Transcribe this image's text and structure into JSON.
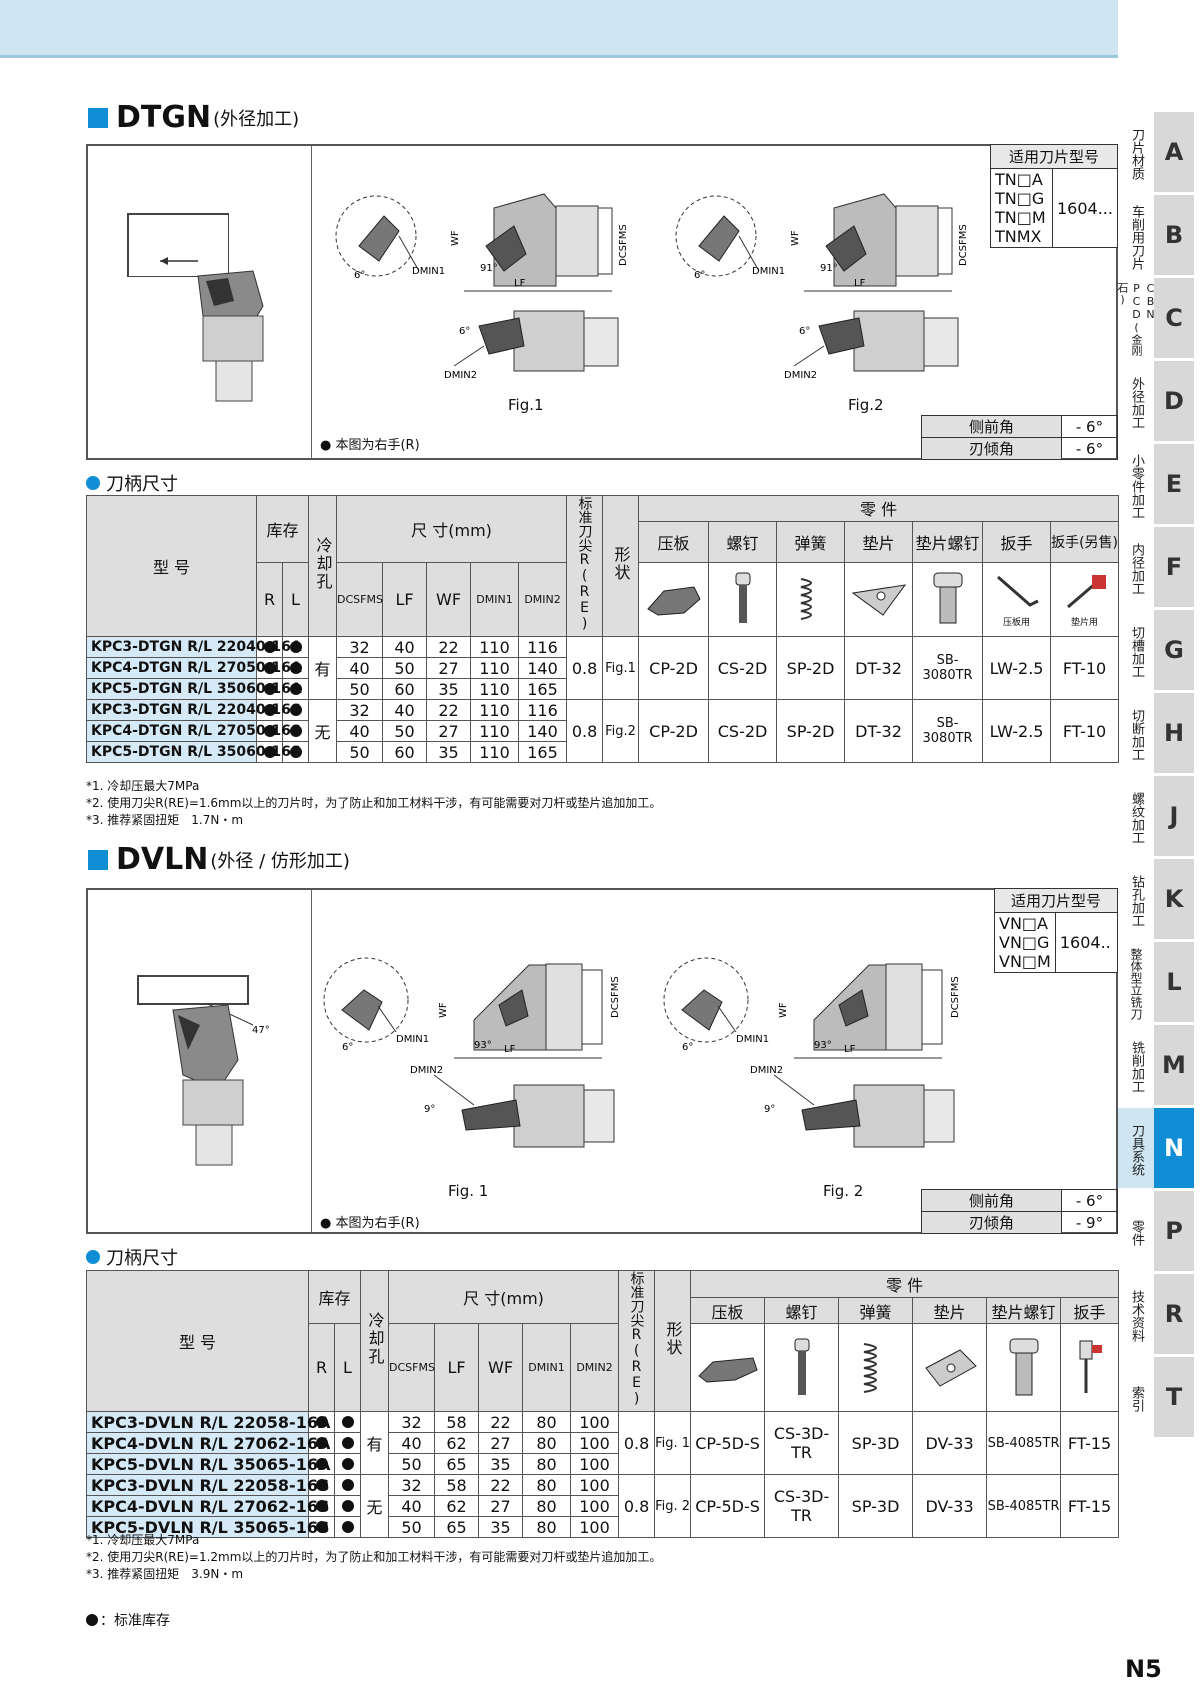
{
  "dtgn": {
    "title": "DTGN",
    "subtitle": "(外径加工)",
    "right_hand_note": "本图为右手(R)",
    "fig1": "Fig.1",
    "fig2": "Fig.2",
    "dim_labels": {
      "dmin1": "DMIN1",
      "dmin2": "DMIN2",
      "wf": "WF",
      "lf": "LF",
      "dcsfms": "DCSFMS",
      "angle6": "6°",
      "angle91": "91°"
    },
    "insert_table": {
      "header": "适用刀片型号",
      "types": [
        "TN□A",
        "TN□G",
        "TN□M",
        "TNMX"
      ],
      "size": "1604..."
    },
    "angles": [
      {
        "label": "侧前角",
        "value": "- 6°"
      },
      {
        "label": "刃倾角",
        "value": "- 6°"
      }
    ],
    "table_title": "刀柄尺寸",
    "headers": {
      "model": "型 号",
      "stock": "库存",
      "r": "R",
      "l": "L",
      "coolant": "冷却孔",
      "dims": "尺 寸(mm)",
      "dcsfms": "DCSFMS",
      "lf": "LF",
      "wf": "WF",
      "dmin1": "DMIN1",
      "dmin2": "DMIN2",
      "re": "标准刀尖R(RE)",
      "shape": "形状",
      "parts": "零 件",
      "p1": "压板",
      "p2": "螺钉",
      "p3": "弹簧",
      "p4": "垫片",
      "p5": "垫片螺钉",
      "p6": "扳手",
      "p7": "扳手(另售)",
      "p6_note": "压板用",
      "p7_note": "垫片用"
    },
    "rows": [
      {
        "model": "KPC3-DTGN R/L 22040-16A",
        "dcsfms": "32",
        "lf": "40",
        "wf": "22",
        "dmin1": "110",
        "dmin2": "116"
      },
      {
        "model": "KPC4-DTGN R/L 27050-16A",
        "dcsfms": "40",
        "lf": "50",
        "wf": "27",
        "dmin1": "110",
        "dmin2": "140"
      },
      {
        "model": "KPC5-DTGN R/L 35060-16A",
        "dcsfms": "50",
        "lf": "60",
        "wf": "35",
        "dmin1": "110",
        "dmin2": "165"
      },
      {
        "model": "KPC3-DTGN R/L 22040-16S",
        "dcsfms": "32",
        "lf": "40",
        "wf": "22",
        "dmin1": "110",
        "dmin2": "116"
      },
      {
        "model": "KPC4-DTGN R/L 27050-16S",
        "dcsfms": "40",
        "lf": "50",
        "wf": "27",
        "dmin1": "110",
        "dmin2": "140"
      },
      {
        "model": "KPC5-DTGN R/L 35060-16S",
        "dcsfms": "50",
        "lf": "60",
        "wf": "35",
        "dmin1": "110",
        "dmin2": "165"
      }
    ],
    "group_a": {
      "coolant": "有",
      "re": "0.8",
      "shape": "Fig.1",
      "p1": "CP-2D",
      "p2": "CS-2D",
      "p3": "SP-2D",
      "p4": "DT-32",
      "p5": "SB-3080TR",
      "p6": "LW-2.5",
      "p7": "FT-10"
    },
    "group_s": {
      "coolant": "无",
      "re": "0.8",
      "shape": "Fig.2",
      "p1": "CP-2D",
      "p2": "CS-2D",
      "p3": "SP-2D",
      "p4": "DT-32",
      "p5": "SB-3080TR",
      "p6": "LW-2.5",
      "p7": "FT-10"
    },
    "notes": [
      "*1. 冷却压最大7MPa",
      "*2. 使用刀尖R(RE)=1.6mm以上的刀片时，为了防止和加工材料干涉，有可能需要对刀杆或垫片追加加工。",
      "*3. 推荐紧固扭矩　1.7N・m"
    ]
  },
  "dvln": {
    "title": "DVLN",
    "subtitle": "(外径 / 仿形加工)",
    "right_hand_note": "本图为右手(R)",
    "fig1": "Fig. 1",
    "fig2": "Fig. 2",
    "dim_labels": {
      "dmin1": "DMIN1",
      "dmin2": "DMIN2",
      "wf": "WF",
      "lf": "LF",
      "dcsfms": "DCSFMS",
      "angle6": "6°",
      "angle9": "9°",
      "angle47": "47°",
      "angle93": "93°"
    },
    "insert_table": {
      "header": "适用刀片型号",
      "types": [
        "VN□A",
        "VN□G",
        "VN□M"
      ],
      "size": "1604.."
    },
    "angles": [
      {
        "label": "侧前角",
        "value": "- 6°"
      },
      {
        "label": "刃倾角",
        "value": "- 9°"
      }
    ],
    "table_title": "刀柄尺寸",
    "headers": {
      "model": "型 号",
      "stock": "库存",
      "r": "R",
      "l": "L",
      "coolant": "冷却孔",
      "dims": "尺 寸(mm)",
      "dcsfms": "DCSFMS",
      "lf": "LF",
      "wf": "WF",
      "dmin1": "DMIN1",
      "dmin2": "DMIN2",
      "re": "标准刀尖R(RE)",
      "shape": "形状",
      "parts": "零 件",
      "p1": "压板",
      "p2": "螺钉",
      "p3": "弹簧",
      "p4": "垫片",
      "p5": "垫片螺钉",
      "p6": "扳手"
    },
    "rows": [
      {
        "model": "KPC3-DVLN R/L 22058-16A",
        "dcsfms": "32",
        "lf": "58",
        "wf": "22",
        "dmin1": "80",
        "dmin2": "100"
      },
      {
        "model": "KPC4-DVLN R/L 27062-16A",
        "dcsfms": "40",
        "lf": "62",
        "wf": "27",
        "dmin1": "80",
        "dmin2": "100"
      },
      {
        "model": "KPC5-DVLN R/L 35065-16A",
        "dcsfms": "50",
        "lf": "65",
        "wf": "35",
        "dmin1": "80",
        "dmin2": "100"
      },
      {
        "model": "KPC3-DVLN R/L 22058-16S",
        "dcsfms": "32",
        "lf": "58",
        "wf": "22",
        "dmin1": "80",
        "dmin2": "100"
      },
      {
        "model": "KPC4-DVLN R/L 27062-16S",
        "dcsfms": "40",
        "lf": "62",
        "wf": "27",
        "dmin1": "80",
        "dmin2": "100"
      },
      {
        "model": "KPC5-DVLN R/L 35065-16S",
        "dcsfms": "50",
        "lf": "65",
        "wf": "35",
        "dmin1": "80",
        "dmin2": "100"
      }
    ],
    "group_a": {
      "coolant": "有",
      "re": "0.8",
      "shape": "Fig. 1",
      "p1": "CP-5D-S",
      "p2": "CS-3D-TR",
      "p3": "SP-3D",
      "p4": "DV-33",
      "p5": "SB-4085TR",
      "p6": "FT-15"
    },
    "group_s": {
      "coolant": "无",
      "re": "0.8",
      "shape": "Fig. 2",
      "p1": "CP-5D-S",
      "p2": "CS-3D-TR",
      "p3": "SP-3D",
      "p4": "DV-33",
      "p5": "SB-4085TR",
      "p6": "FT-15"
    },
    "notes": [
      "*1. 冷却压最大7MPa",
      "*2. 使用刀尖R(RE)=1.2mm以上的刀片时，为了防止和加工材料干涉，有可能需要对刀杆或垫片追加加工。",
      "*3. 推荐紧固扭矩　3.9N・m"
    ]
  },
  "legend": "：标准库存",
  "page_number": "N5",
  "side_tabs": [
    {
      "letter": "A",
      "label": "刀片材质"
    },
    {
      "letter": "B",
      "label": "车削用刀片"
    },
    {
      "letter": "C",
      "label": "CBN PCD(金刚石)"
    },
    {
      "letter": "D",
      "label": "外径加工"
    },
    {
      "letter": "E",
      "label": "小零件加工"
    },
    {
      "letter": "F",
      "label": "内径加工"
    },
    {
      "letter": "G",
      "label": "切槽加工"
    },
    {
      "letter": "H",
      "label": "切断加工"
    },
    {
      "letter": "J",
      "label": "螺纹加工"
    },
    {
      "letter": "K",
      "label": "钻孔加工"
    },
    {
      "letter": "L",
      "label": "整体型立铣刀"
    },
    {
      "letter": "M",
      "label": "铣削加工"
    },
    {
      "letter": "N",
      "label": "刀具系统"
    },
    {
      "letter": "P",
      "label": "零件"
    },
    {
      "letter": "R",
      "label": "技术资料"
    },
    {
      "letter": "T",
      "label": "索引"
    }
  ],
  "colors": {
    "accent": "#0f8ed6",
    "header_gray": "#dedede",
    "model_blue": "#d6e9f6",
    "top_band": "#cfe6f2"
  }
}
